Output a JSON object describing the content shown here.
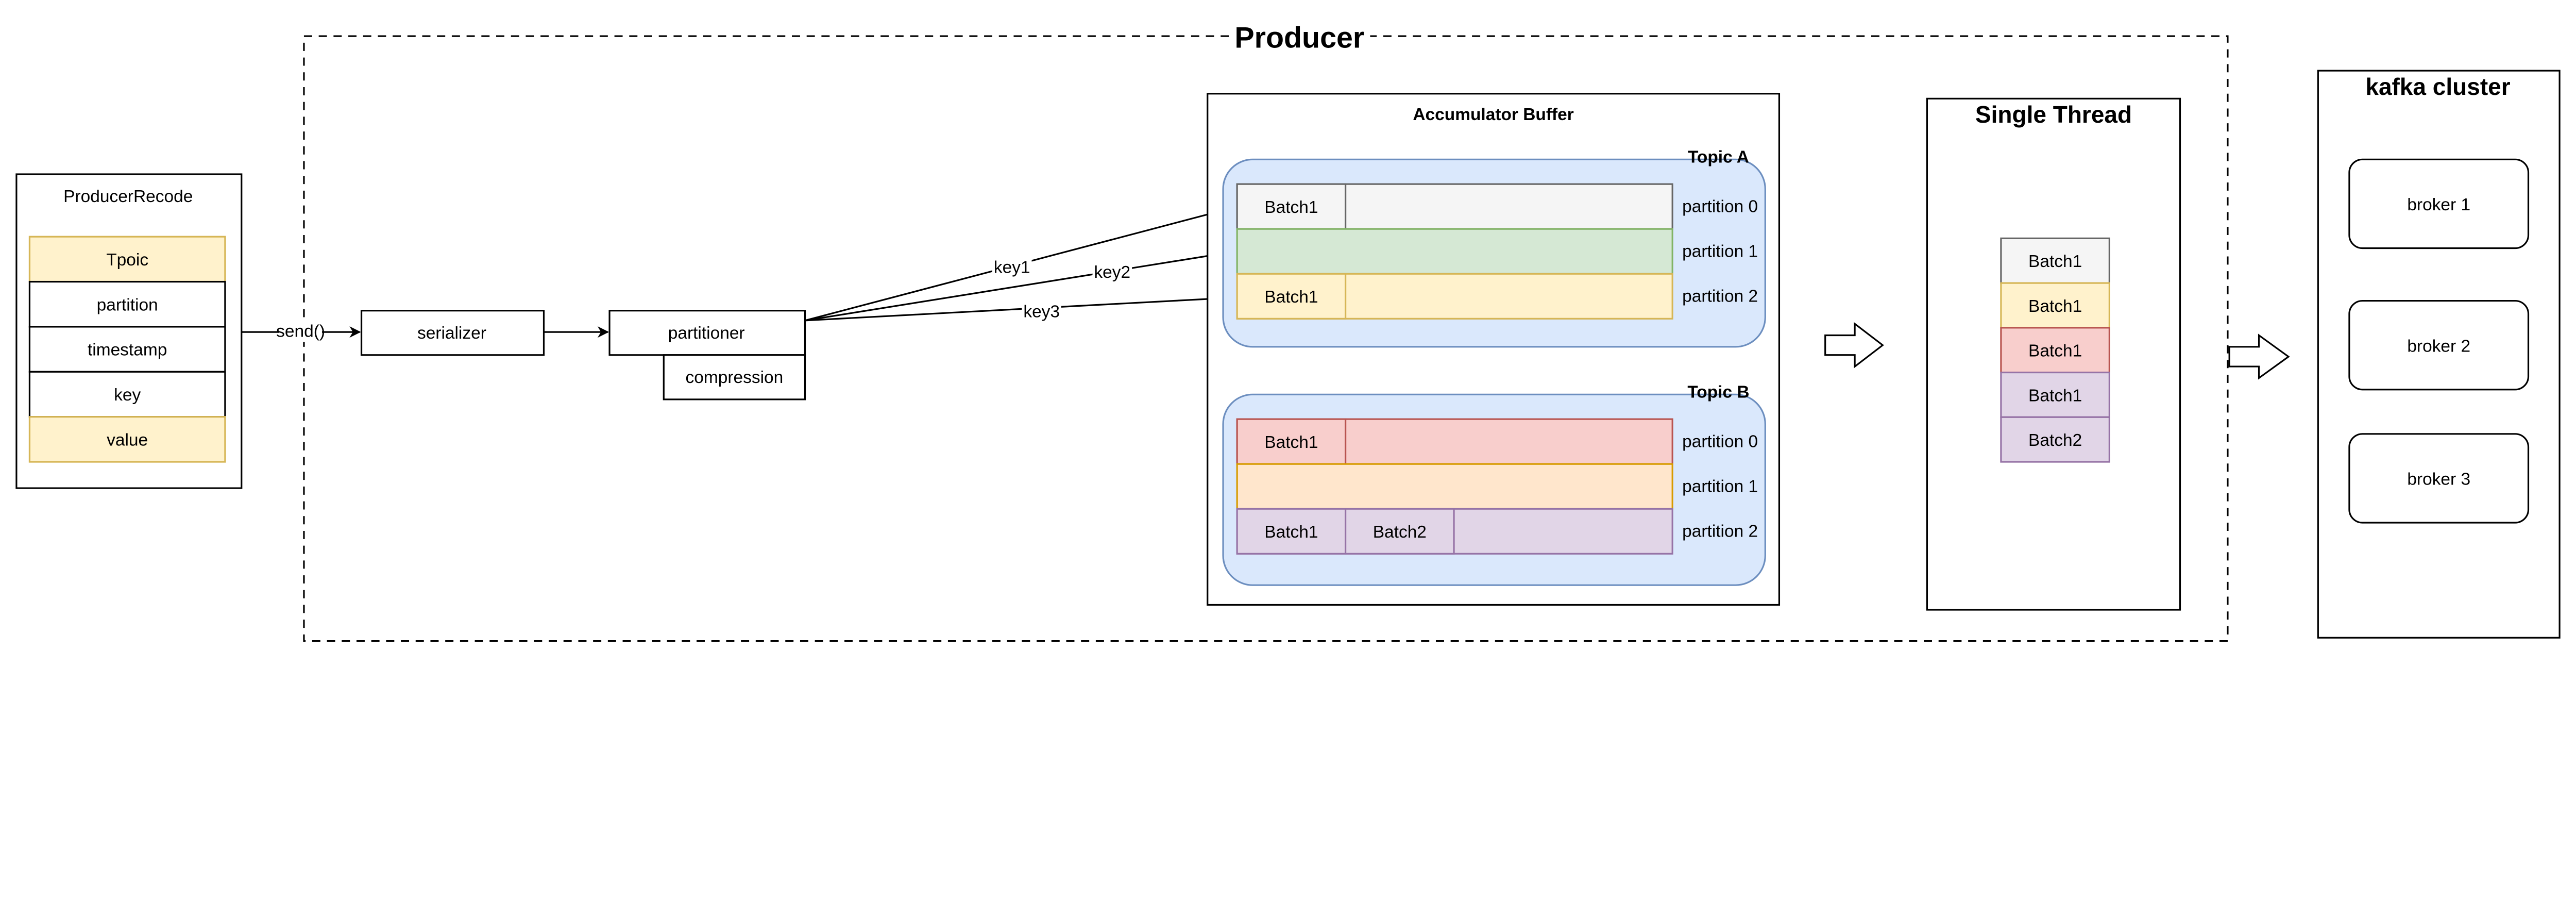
{
  "producer": {
    "title": "Producer"
  },
  "record": {
    "title": "ProducerRecode",
    "fields": [
      "Tpoic",
      "partition",
      "timestamp",
      "key",
      "value"
    ]
  },
  "send_label": "send()",
  "serializer": "serializer",
  "partitioner": "partitioner",
  "compression": "compression",
  "keys": [
    "key1",
    "key2",
    "key3"
  ],
  "accumulator": {
    "title": "Accumulator Buffer",
    "topics": [
      {
        "name": "Topic A",
        "partitions": [
          {
            "label": "partition 0",
            "batches": [
              "Batch1"
            ]
          },
          {
            "label": "partition 1",
            "batches": []
          },
          {
            "label": "partition 2",
            "batches": [
              "Batch1"
            ]
          }
        ]
      },
      {
        "name": "Topic B",
        "partitions": [
          {
            "label": "partition 0",
            "batches": [
              "Batch1"
            ]
          },
          {
            "label": "partition 1",
            "batches": []
          },
          {
            "label": "partition 2",
            "batches": [
              "Batch1",
              "Batch2"
            ]
          }
        ]
      }
    ]
  },
  "sender": {
    "title": "Single Thread",
    "queue": [
      "Batch1",
      "Batch1",
      "Batch1",
      "Batch1",
      "Batch2"
    ]
  },
  "cluster": {
    "title": "kafka cluster",
    "brokers": [
      "broker 1",
      "broker 2",
      "broker 3"
    ]
  },
  "colors": {
    "gray": [
      "#f5f5f5",
      "#666666"
    ],
    "green": [
      "#d5e8d4",
      "#82b366"
    ],
    "yellow": [
      "#fff2cc",
      "#d6b656"
    ],
    "red": [
      "#f8cecc",
      "#b85450"
    ],
    "orange": [
      "#ffe6cc",
      "#d79b00"
    ],
    "purple": [
      "#e1d5e7",
      "#9673a6"
    ],
    "blue": [
      "#dae8fc",
      "#6c8ebf"
    ]
  }
}
